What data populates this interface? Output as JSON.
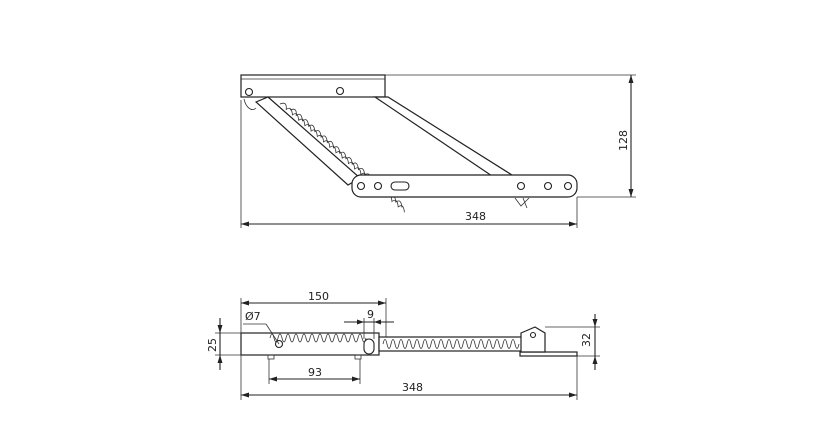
{
  "views": {
    "side": {
      "dimensions": {
        "width": "348",
        "height": "128"
      }
    },
    "top": {
      "dimensions": {
        "length_150": "150",
        "dia_7": "Ø7",
        "slot_9": "9",
        "height_25": "25",
        "spacing_93": "93",
        "width_348": "348",
        "height_32": "32"
      }
    }
  }
}
